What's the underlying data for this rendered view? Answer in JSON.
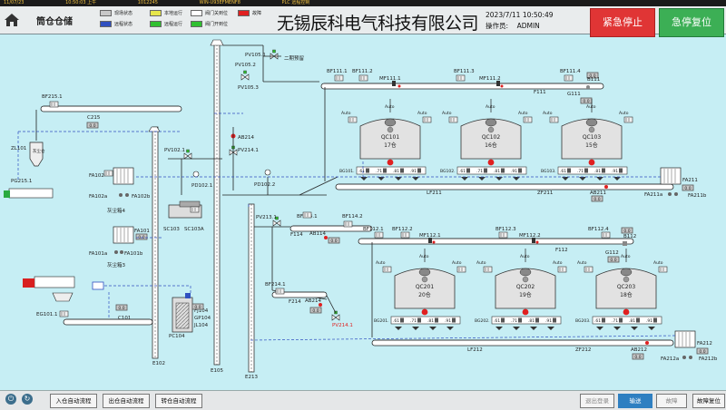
{
  "statusbar": {
    "date": "11/07/23",
    "time": "10:50:03 上午",
    "code1": "1012245",
    "code2": "WIN-U93EFMENF8",
    "plc": "PLC 远程控制"
  },
  "header": {
    "title": "筒仓仓储",
    "company": "无锡辰科电气科技有限公司",
    "datetime": "2023/7/11 10:50:49",
    "operator_label": "操作员:",
    "operator": "ADMIN",
    "estop": "紧急停止",
    "reset": "急停复位"
  },
  "legend": [
    {
      "label": "现场状态",
      "color": "#c8c8c8"
    },
    {
      "label": "本地运行",
      "color": "#e6e64a"
    },
    {
      "label": "阀门关到位",
      "color": "#ffffff"
    },
    {
      "label": "故障",
      "color": "#e02020"
    },
    {
      "label": "远程状态",
      "color": "#3050c0"
    },
    {
      "label": "远程运行",
      "color": "#30c030"
    },
    {
      "label": "阀门开到位",
      "color": "#30c030"
    }
  ],
  "footer": {
    "btn_in": "入仓自动流程",
    "btn_out": "出仓自动流程",
    "btn_turn": "转仓自动流程",
    "logout": "退出登录",
    "input": "输送",
    "fault": "故障",
    "fault_reset": "故障复位"
  },
  "plant": {
    "silos_top": [
      {
        "id": "QC101",
        "name": "17仓"
      },
      {
        "id": "QC102",
        "name": "16仓"
      },
      {
        "id": "QC103",
        "name": "15仓"
      }
    ],
    "silos_bottom": [
      {
        "id": "QC201",
        "name": "20仓"
      },
      {
        "id": "QC202",
        "name": "19仓"
      },
      {
        "id": "QC203",
        "name": "18仓"
      }
    ],
    "auto": "Auto",
    "value": "0.0",
    "gates": [
      ".61",
      ".71",
      ".81",
      ".91"
    ],
    "labels": {
      "bf215": "BF215.1",
      "c215": "C215",
      "zl101": "ZL101",
      "pg215": "PG215.1",
      "dust_box": "灰尘箱4",
      "dust_box3": "灰尘箱3",
      "fa102": "FA102",
      "fa102a": "FA102a",
      "fa102b": "FA102b",
      "fa101": "FA101",
      "fa101a": "FA101a",
      "fa101b": "FA101b",
      "eg101": "EG101.1",
      "c101": "C101",
      "e102": "E102",
      "e105": "E105",
      "e213": "E213",
      "pv102": "PV102.1",
      "pd102": "PD102.1",
      "sc103": "SC103",
      "sc103a": "SC103A",
      "pc104": "PC104",
      "fj104": "FJ104",
      "gp104": "GP104",
      "jl104": "JL104",
      "pv105_1": "PV105.1",
      "pv105_2": "PV105.2",
      "pv105_3": "PV105.3",
      "phase2": "二期预留",
      "ab214": "AB214",
      "pv214": "PV214.1",
      "pd102_2": "PD102.2",
      "pv213": "PV213.1",
      "bf114_1": "BF114.1",
      "bf114_2": "BF114.2",
      "f114": "F114",
      "ab114": "AB114",
      "bf214": "BF214.1",
      "f214": "F214",
      "ab214_b": "AB214",
      "pv214_red": "PV214.1",
      "bf111_1": "BF111.1",
      "bf111_2": "BF111.2",
      "mf111_1": "MF111.1",
      "bf111_3": "BF111.3",
      "mf111_2": "MF111.2",
      "bf111_4": "BF111.4",
      "f111": "F111",
      "g111": "G111",
      "b111": "B111",
      "bf112_1": "BF112.1",
      "bf112_2": "BF112.2",
      "mf112_1": "MF112.1",
      "bf112_3": "BF112.3",
      "mf112_2": "MF112.2",
      "bf112_4": "BF112.4",
      "f112": "F112",
      "g112": "G112",
      "b112": "B112",
      "lf211": "LF211",
      "zf211": "ZF211",
      "ab211": "AB211",
      "fa211": "FA211",
      "fa211a": "FA211a",
      "fa211b": "FA211b",
      "lf212": "LF212",
      "zf212": "ZF212",
      "ab212": "AB212",
      "fa212": "FA212",
      "fa212a": "FA212a",
      "fa212b": "FA212b",
      "bg101": "BG101.",
      "bg102": "BG102.",
      "bg103": "BG103.",
      "bg201": "BG201.",
      "bg202": "BG202.",
      "bg203": "BG203.",
      "dust_silo": "灰尘仓"
    }
  }
}
